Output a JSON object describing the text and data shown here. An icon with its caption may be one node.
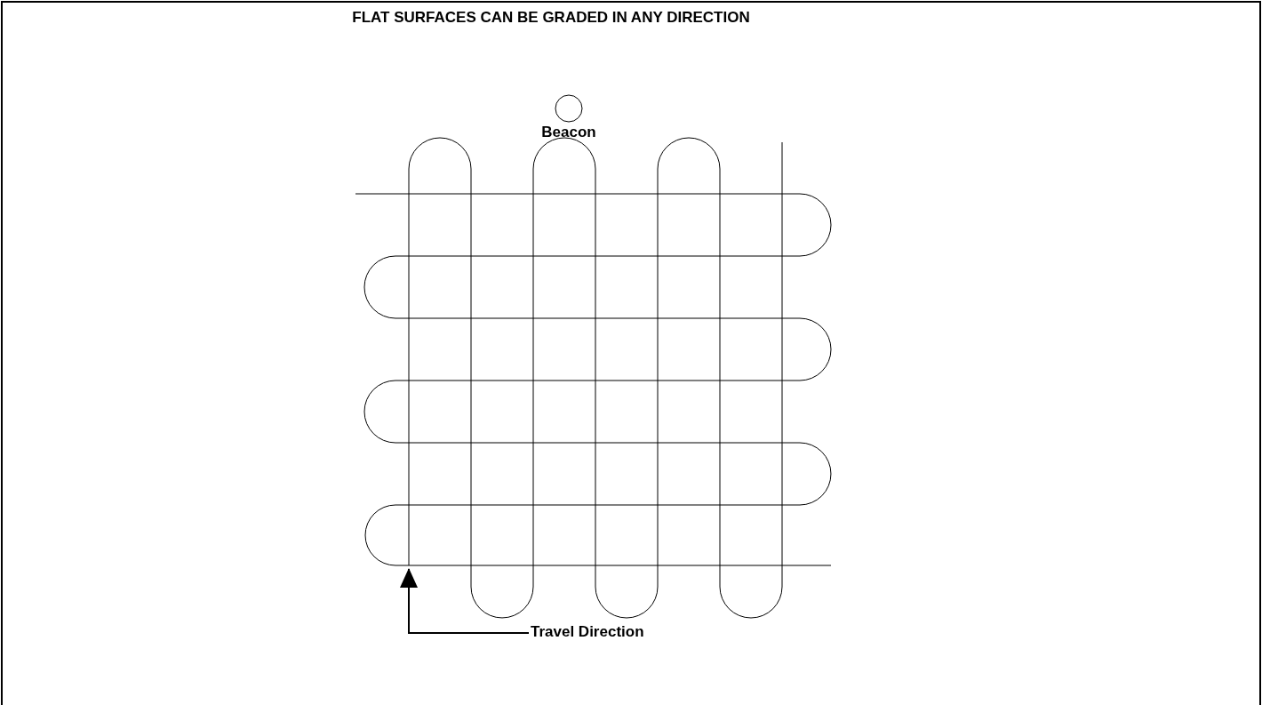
{
  "diagram": {
    "title": "FLAT SURFACES CAN BE GRADED IN ANY DIRECTION",
    "nodes": [
      {
        "text": [
          "Beacon"
        ]
      },
      {
        "text": [],
        "shape": "picture"
      },
      {
        "text": [
          "Travel Direction"
        ]
      }
    ],
    "edges": [
      {
        "from": 2,
        "to": 1,
        "arrow": "to"
      }
    ]
  }
}
